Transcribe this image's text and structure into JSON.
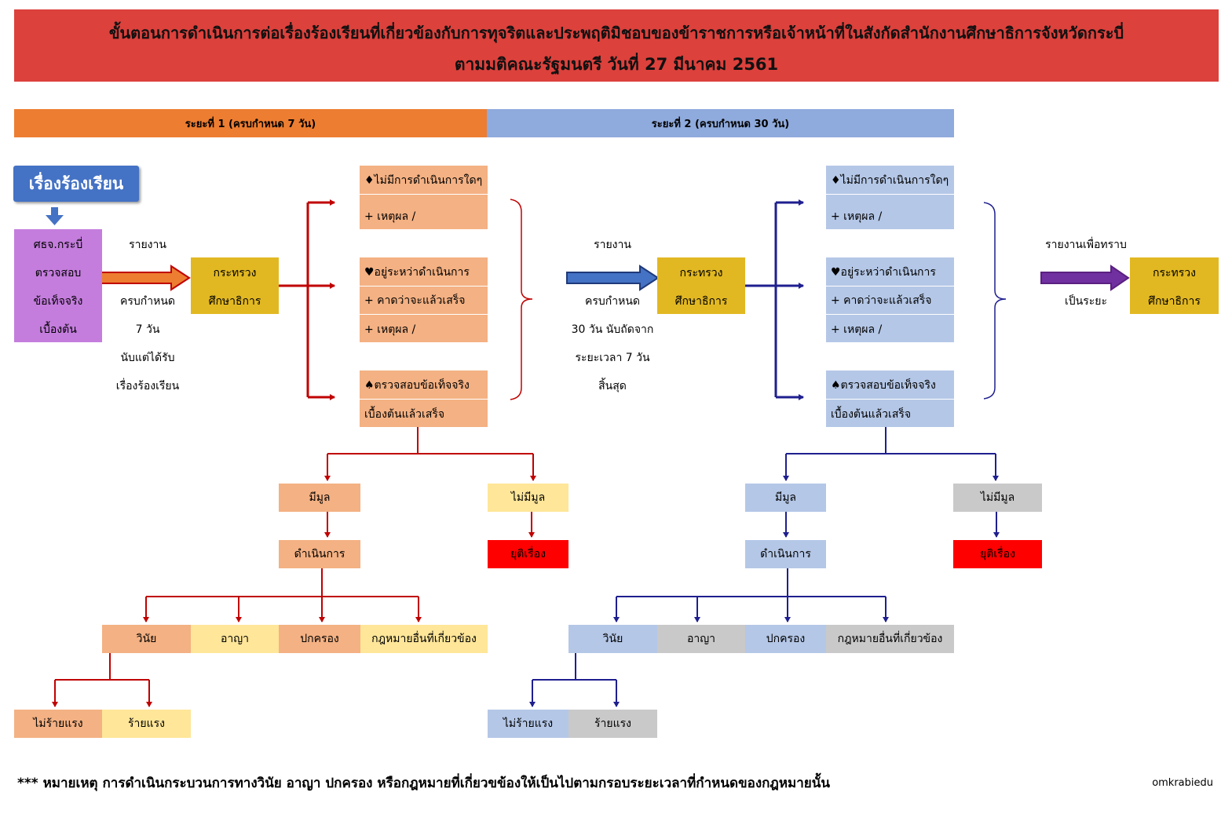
{
  "header": {
    "line1": "ขั้นตอนการดำเนินการต่อเรื่องร้องเรียนที่เกี่ยวข้องกับการทุจริตและประพฤติมิชอบของข้าราชการหรือเจ้าหน้าที่ในสังกัดสำนักงานศึกษาธิการจังหวัดกระบี่",
    "line2": "ตามมติคณะรัฐมนตรี วันที่ 27 มีนาคม 2561"
  },
  "phases": {
    "phase1": "ระยะที่ 1 (ครบกำหนด 7 วัน)",
    "phase2": "ระยะที่ 2 (ครบกำหนด 30 วัน)"
  },
  "start_button": "เรื่องร้องเรียน",
  "office_box": [
    "ศธจ.กระบี่",
    "ตรวจสอบ",
    "ข้อเท็จจริง",
    "เบื้องต้น"
  ],
  "stage1": {
    "report_label": "รายงาน",
    "deadline_text": [
      "ครบกำหนด",
      "7 วัน",
      "นับแต่ได้รับ",
      "เรื่องร้องเรียน"
    ],
    "ministry": [
      "กระทรวง",
      "ศึกษาธิการ"
    ],
    "status_boxes": [
      [
        "♦ไม่มีการดำเนินการใดๆ",
        "+ เหตุผล /"
      ],
      [
        "♥อยู่ระหว่าดำเนินการ",
        "+ คาดว่าจะแล้วเสร็จ",
        "+ เหตุผล /"
      ],
      [
        "♠ตรวจสอบข้อเท็จจริง",
        "เบื้องต้นแล้วเสร็จ"
      ]
    ],
    "has_grounds": "มีมูล",
    "no_grounds": "ไม่มีมูล",
    "proceed": "ดำเนินการ",
    "terminate": "ยุติเรื่อง",
    "actions": [
      "วินัย",
      "อาญา",
      "ปกครอง",
      "กฎหมายอื่นที่เกี่ยวข้อง"
    ],
    "severity": [
      "ไม่ร้ายแรง",
      "ร้ายแรง"
    ]
  },
  "stage2": {
    "report_label": "รายงาน",
    "deadline_text": [
      "ครบกำหนด",
      "30 วัน นับถัดจาก",
      "ระยะเวลา 7 วัน",
      "สิ้นสุด"
    ],
    "ministry": [
      "กระทรวง",
      "ศึกษาธิการ"
    ],
    "status_boxes": [
      [
        "♦ไม่มีการดำเนินการใดๆ",
        "+ เหตุผล /"
      ],
      [
        "♥อยู่ระหว่าดำเนินการ",
        "+ คาดว่าจะแล้วเสร็จ",
        "+ เหตุผล /"
      ],
      [
        "♠ตรวจสอบข้อเท็จจริง",
        "เบื้องต้นแล้วเสร็จ"
      ]
    ],
    "has_grounds": "มีมูล",
    "no_grounds": "ไม่มีมูล",
    "proceed": "ดำเนินการ",
    "terminate": "ยุติเรื่อง",
    "actions": [
      "วินัย",
      "อาญา",
      "ปกครอง",
      "กฎหมายอื่นที่เกี่ยวข้อง"
    ],
    "severity": [
      "ไม่ร้ายแรง",
      "ร้ายแรง"
    ]
  },
  "final": {
    "report_label": "รายงานเพื่อทราบ",
    "period_label": "เป็นระยะ",
    "ministry": [
      "กระทรวง",
      "ศึกษาธิการ"
    ]
  },
  "footnote": "*** หมายเหตุ การดำเนินกระบวนการทางวินัย อาญา ปกครอง หรือกฎหมายที่เกี่ยวขข้องให้เป็นไปตามกรอบระยะเวลาที่กำหนดของกฎหมายนั้น",
  "watermark": "omkrabiedu",
  "colors": {
    "header_red": "#dc413c",
    "phase1_orange": "#ed7d31",
    "phase2_blue": "#8faadc",
    "violet_box": "#c47ddd",
    "gold": "#e2b822",
    "salmon": "#f4b183",
    "light_yellow": "#ffe699",
    "bright_red": "#ff0000",
    "light_blue": "#b4c7e7",
    "light_gray": "#c9c9c9",
    "start_blue": "#4472c4"
  }
}
